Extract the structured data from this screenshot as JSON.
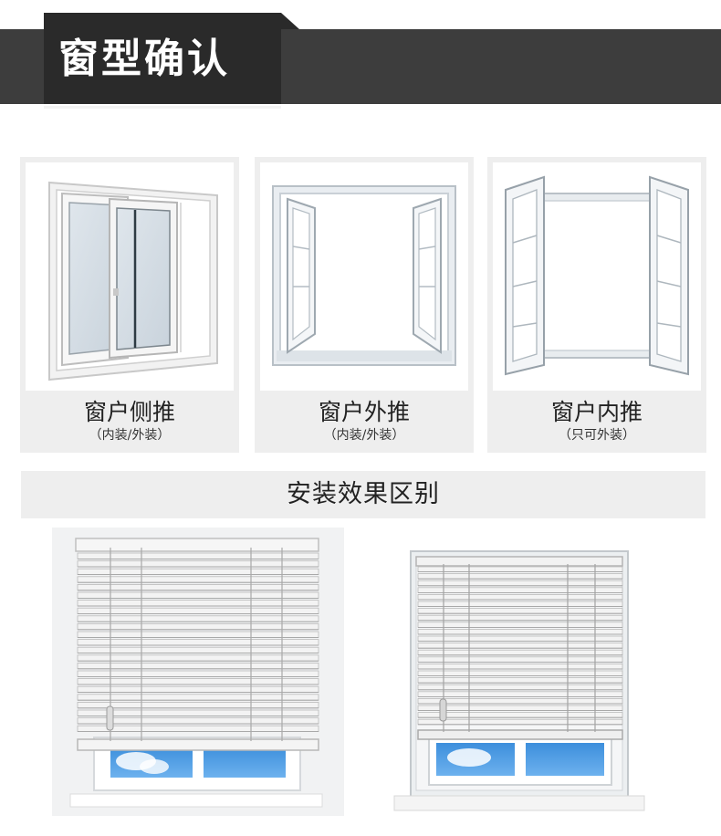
{
  "header": {
    "title": "窗型确认"
  },
  "cards": [
    {
      "title": "窗户侧推",
      "note": "（内装/外装）",
      "icon": "sliding-window"
    },
    {
      "title": "窗户外推",
      "note": "（内装/外装）",
      "icon": "outward-casement-window"
    },
    {
      "title": "窗户内推",
      "note": "（只可外装）",
      "icon": "inward-casement-window"
    }
  ],
  "section": {
    "title": "安装效果区别"
  },
  "photos": [
    {
      "icon": "outside-mounted-blind"
    },
    {
      "icon": "inside-mounted-blind"
    }
  ],
  "colors": {
    "header_dark": "#2a2a2a",
    "header_bar": "#3d3d3d",
    "card_bg": "#eeeeee"
  }
}
